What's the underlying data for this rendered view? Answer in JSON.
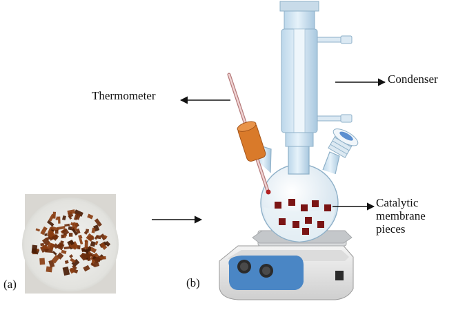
{
  "labels": {
    "thermometer": "Thermometer",
    "condenser": "Condenser",
    "catalytic_line1": "Catalytic",
    "catalytic_line2": "membrane",
    "catalytic_line3": "pieces",
    "panel_a": "(a)",
    "panel_b": "(b)"
  },
  "colors": {
    "membrane_piece": "#7a1414",
    "stopper": "#d97a2a",
    "condenser_glass": "#cfe6f5",
    "flask_glass": "#e7f2fa",
    "stirrer_body": "#e9e9e9",
    "stirrer_panel": "#4a86c5",
    "knob": "#2b2b2b",
    "plate": "#c9ccd0",
    "photo_pieces": "#6b2d0c"
  },
  "icons": [
    "arrow-right-icon",
    "arrow-left-icon"
  ]
}
